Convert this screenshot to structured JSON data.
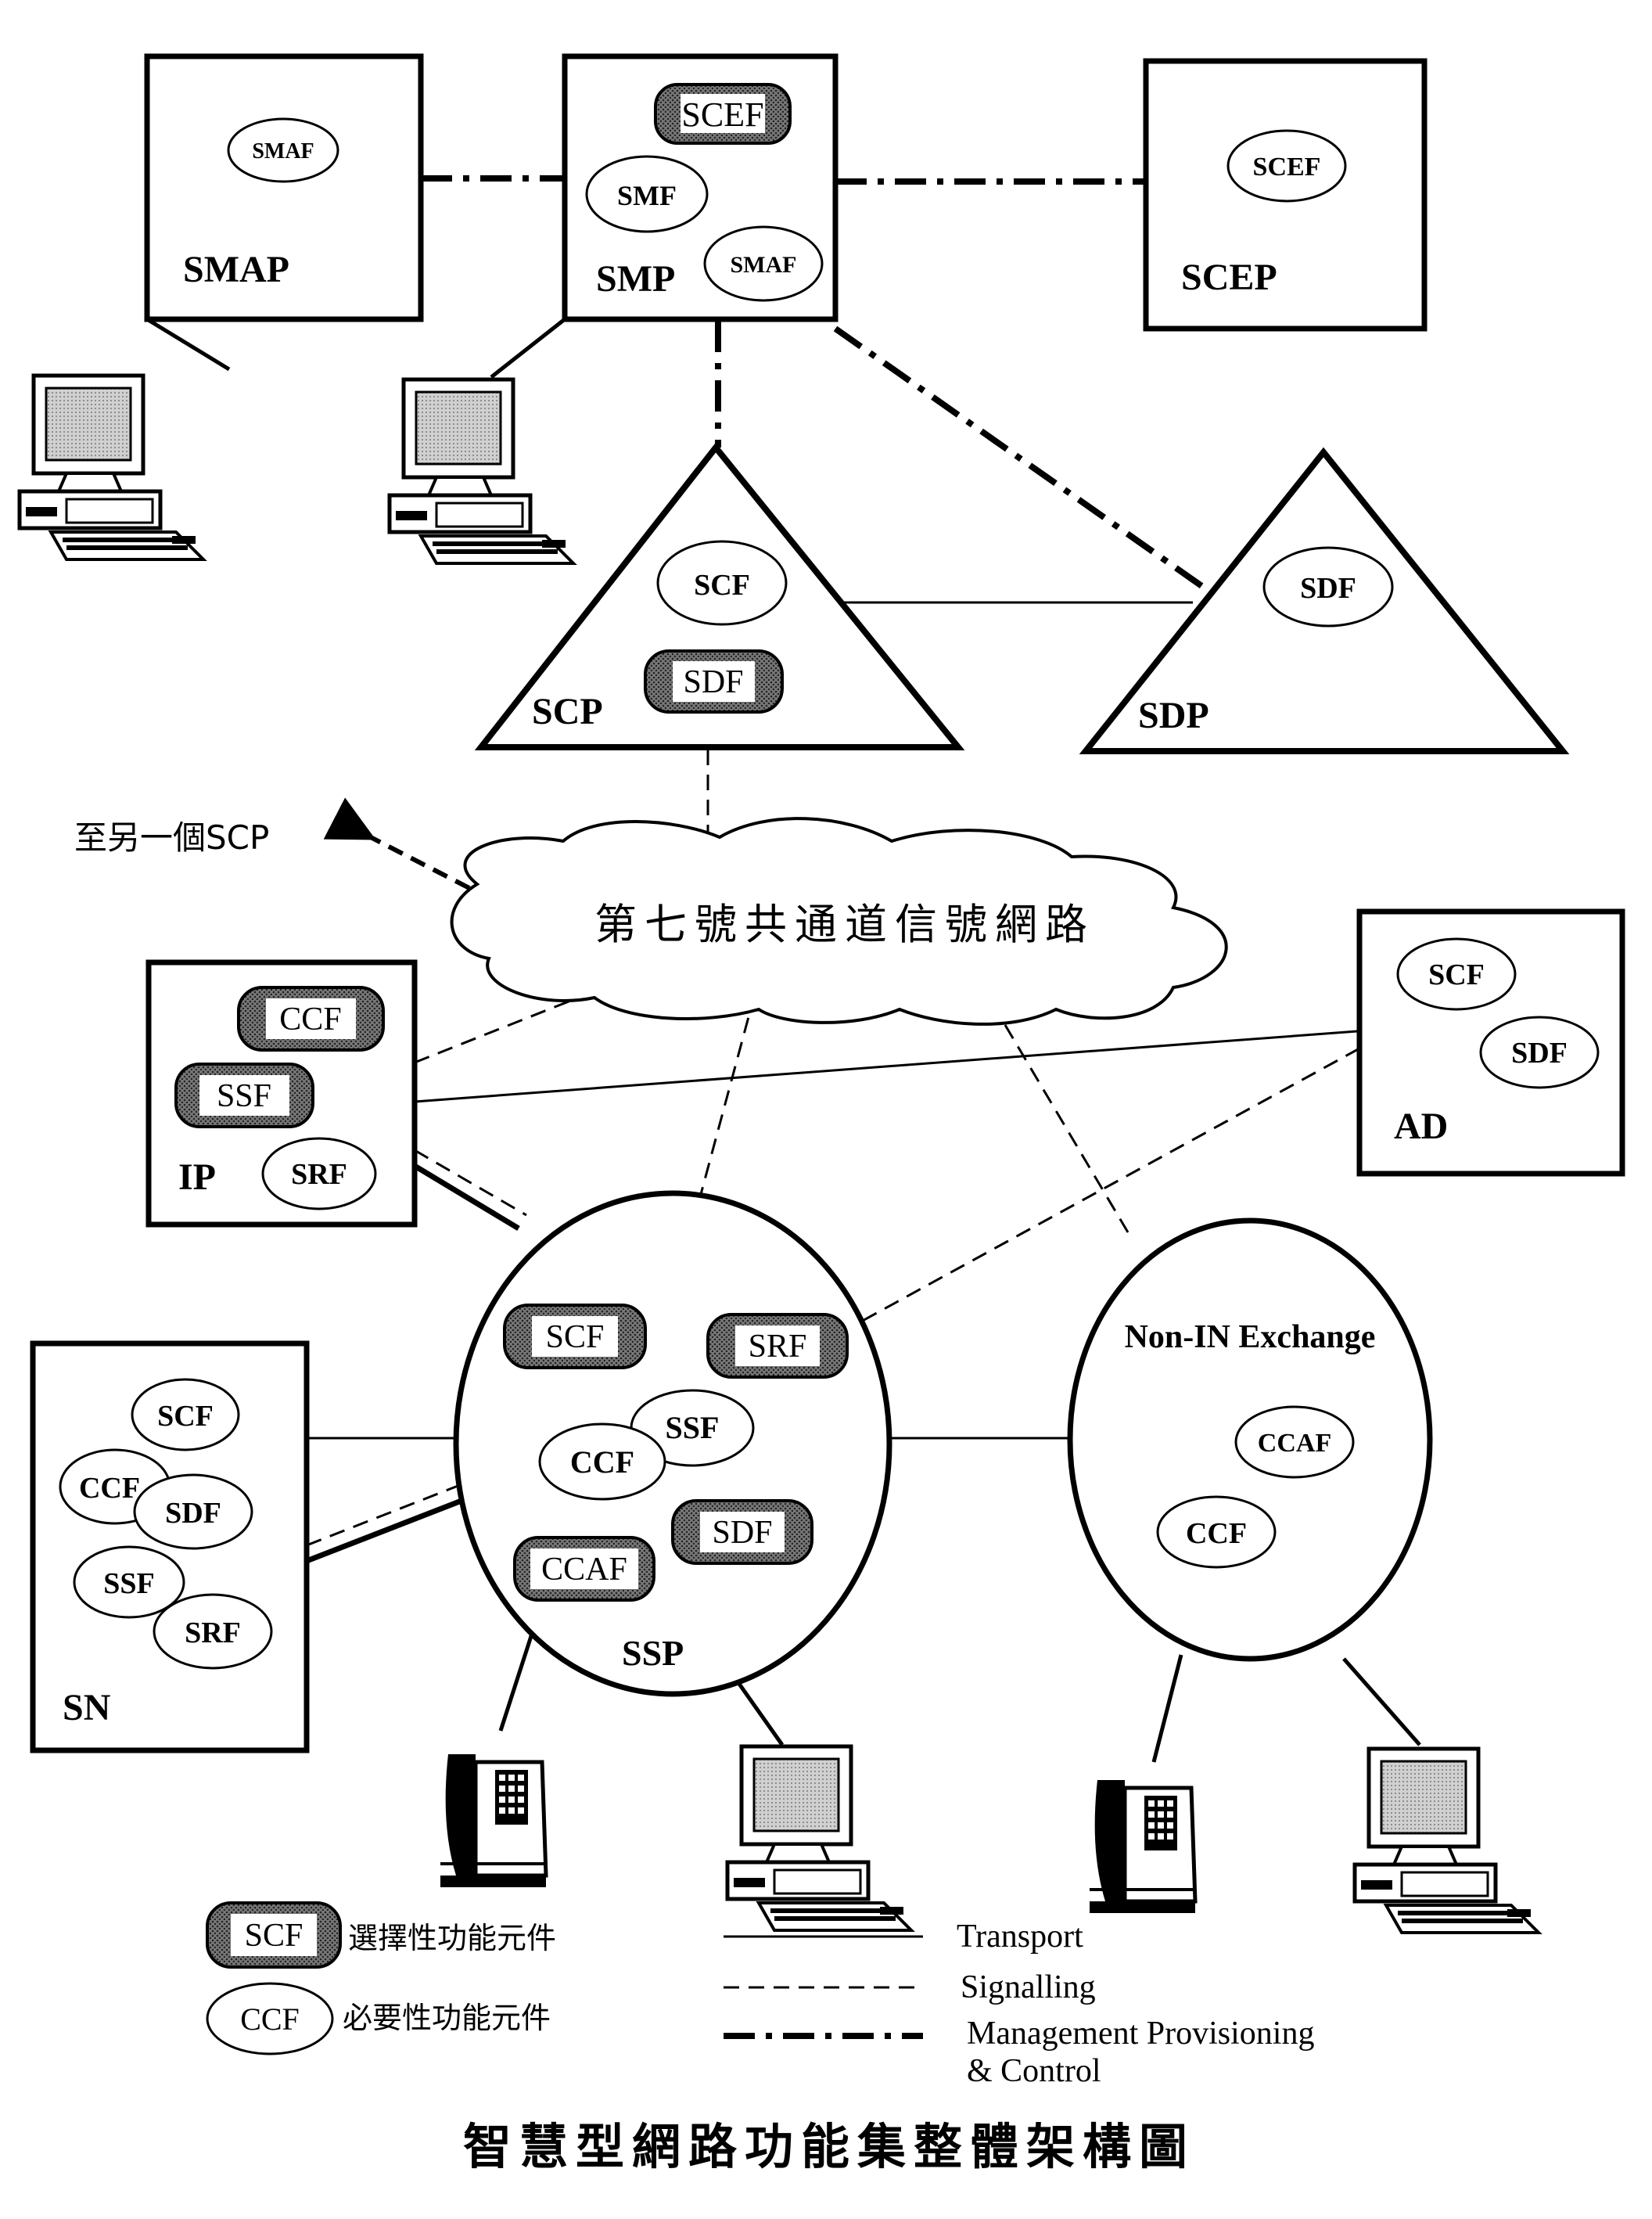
{
  "nodes": {
    "smap": {
      "label": "SMAP",
      "functions": [
        "SMAF"
      ]
    },
    "smp": {
      "label": "SMP",
      "optional": [
        "SCEF"
      ],
      "required": [
        "SMF",
        "SMAF"
      ]
    },
    "scep": {
      "label": "SCEP",
      "functions": [
        "SCEF"
      ]
    },
    "scp": {
      "label": "SCP",
      "required": [
        "SCF"
      ],
      "optional": [
        "SDF"
      ]
    },
    "sdp": {
      "label": "SDP",
      "functions": [
        "SDF"
      ]
    },
    "ip": {
      "label": "IP",
      "optional": [
        "CCF",
        "SSF"
      ],
      "required": [
        "SRF"
      ]
    },
    "ad": {
      "label": "AD",
      "functions": [
        "SCF",
        "SDF"
      ]
    },
    "ssp": {
      "label": "SSP",
      "optional": [
        "SCF",
        "SRF",
        "SDF",
        "CCAF"
      ],
      "required": [
        "SSF",
        "CCF"
      ]
    },
    "non_in": {
      "label": "Non-IN Exchange",
      "functions": [
        "CCAF",
        "CCF"
      ]
    },
    "sn": {
      "label": "SN",
      "functions": [
        "SCF",
        "CCF",
        "SDF",
        "SSF",
        "SRF"
      ]
    }
  },
  "network": {
    "label": "第七號共通道信號網路"
  },
  "to_other_scp": "至另一個SCP",
  "legend": {
    "optional_sample": "SCF",
    "optional_text": "選擇性功能元件",
    "required_sample": "CCF",
    "required_text": "必要性功能元件",
    "transport": "Transport",
    "signalling": "Signalling",
    "management_1": "Management Provisioning",
    "management_2": "& Control"
  },
  "caption": "智慧型網路功能集整體架構圖",
  "colors": {
    "optional_fill": "#555555",
    "optional_box": "#ffffff",
    "line": "#000000",
    "screen": "#bdbdbd"
  }
}
